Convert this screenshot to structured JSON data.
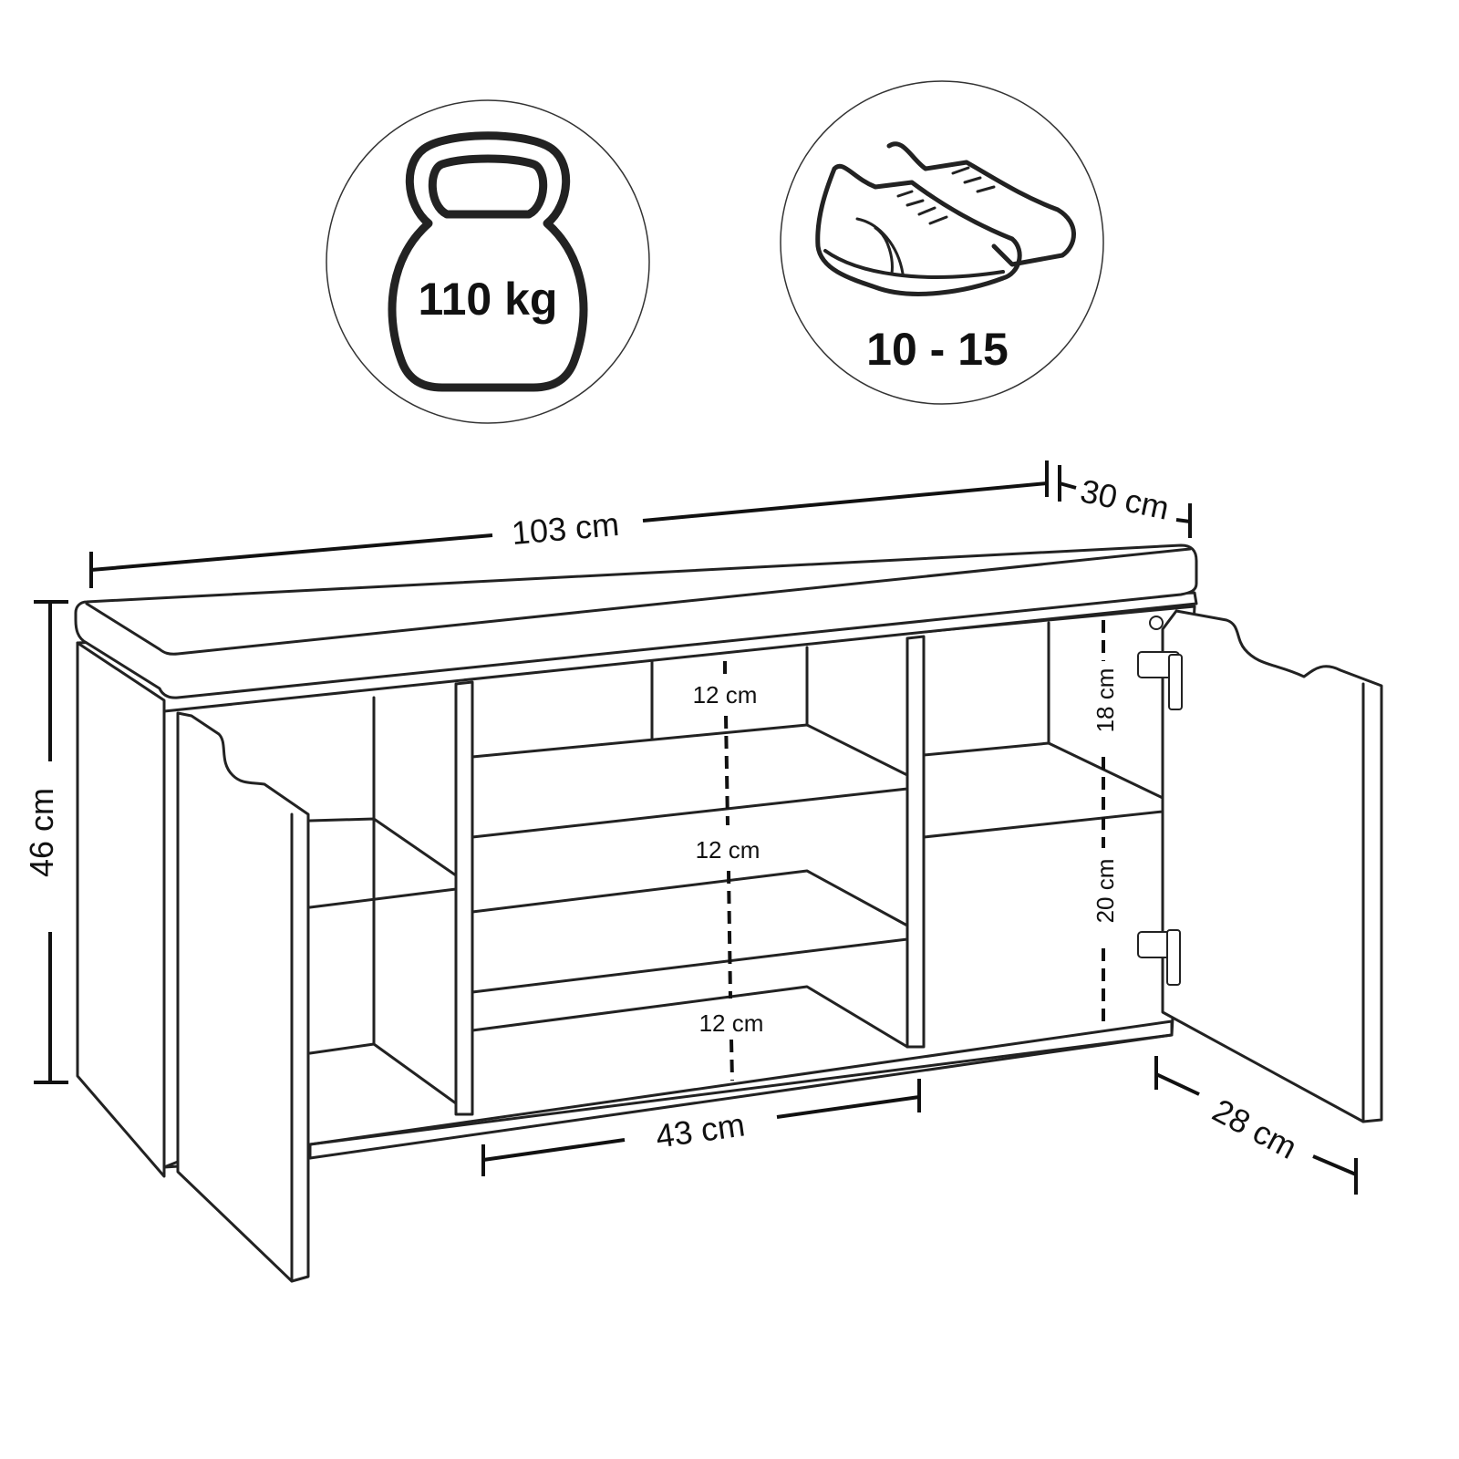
{
  "badges": {
    "weight": {
      "icon": "kettlebell-icon",
      "label": "110 kg"
    },
    "shoes": {
      "icon": "sneakers-icon",
      "label": "10 - 15"
    }
  },
  "dimensions": {
    "width": "103 cm",
    "depth": "30 cm",
    "height": "46 cm",
    "shelf_gap_1": "12 cm",
    "shelf_gap_2": "12 cm",
    "shelf_gap_3": "12 cm",
    "side_upper": "18 cm",
    "side_lower": "20 cm",
    "inner_width": "43 cm",
    "door_width": "28 cm"
  }
}
